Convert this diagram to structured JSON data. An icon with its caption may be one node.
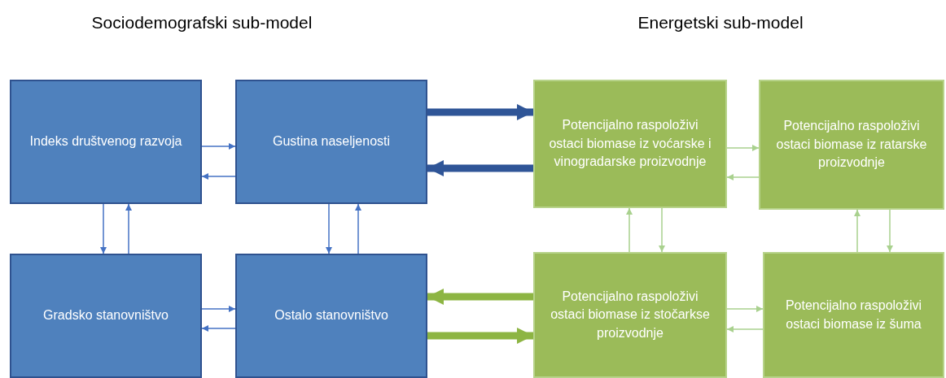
{
  "diagram": {
    "nodes": [
      {
        "text": [
          "Indeks društvenog razvoja"
        ]
      },
      {
        "text": [
          "Gustina naseljenosti"
        ]
      },
      {
        "text": [
          "Gradsko stanovništvo"
        ]
      },
      {
        "text": [
          "Ostalo stanovništvo"
        ]
      },
      {
        "text": [
          "Potencijalno raspoloživi ostaci biomase iz voćarske i vinogradarske proizvodnje"
        ]
      },
      {
        "text": [
          "Potencijalno raspoloživi ostaci biomase iz ratarske proizvodnje"
        ]
      },
      {
        "text": [
          "Potencijalno raspoloživi ostaci biomase iz stočarkse proizvodnje"
        ]
      },
      {
        "text": [
          "Potencijalno raspoloživi ostaci biomase iz šuma"
        ]
      }
    ],
    "edges": [
      {
        "from": 0,
        "to": 1,
        "arrow": "to",
        "color": "#4472c4"
      },
      {
        "from": 1,
        "to": 0,
        "arrow": "to",
        "color": "#4472c4"
      },
      {
        "from": 0,
        "to": 2,
        "arrow": "to",
        "color": "#4472c4"
      },
      {
        "from": 2,
        "to": 0,
        "arrow": "to",
        "color": "#4472c4"
      },
      {
        "from": 1,
        "to": 3,
        "arrow": "to",
        "color": "#4472c4"
      },
      {
        "from": 3,
        "to": 1,
        "arrow": "to",
        "color": "#4472c4"
      },
      {
        "from": 2,
        "to": 3,
        "arrow": "to",
        "color": "#4472c4"
      },
      {
        "from": 3,
        "to": 2,
        "arrow": "to",
        "color": "#4472c4"
      },
      {
        "from": 1,
        "to": 4,
        "arrow": "to",
        "style": "thick",
        "color": "#2f5597"
      },
      {
        "from": 4,
        "to": 1,
        "arrow": "to",
        "style": "thick",
        "color": "#2f5597"
      },
      {
        "from": 4,
        "to": 5,
        "arrow": "to",
        "color": "#a9d18e"
      },
      {
        "from": 5,
        "to": 4,
        "arrow": "to",
        "color": "#a9d18e"
      },
      {
        "from": 6,
        "to": 4,
        "arrow": "to",
        "color": "#a9d18e"
      },
      {
        "from": 4,
        "to": 6,
        "arrow": "to",
        "color": "#a9d18e"
      },
      {
        "from": 7,
        "to": 5,
        "arrow": "to",
        "color": "#a9d18e"
      },
      {
        "from": 5,
        "to": 7,
        "arrow": "to",
        "color": "#a9d18e"
      },
      {
        "from": 6,
        "to": 7,
        "arrow": "to",
        "color": "#a9d18e"
      },
      {
        "from": 7,
        "to": 6,
        "arrow": "to",
        "color": "#a9d18e"
      },
      {
        "from": 6,
        "to": 3,
        "arrow": "to",
        "style": "thick",
        "color": "#8db543"
      },
      {
        "from": 3,
        "to": 6,
        "arrow": "to",
        "style": "thick",
        "color": "#8db543"
      }
    ],
    "labels": [
      "Sociodemografski sub-model",
      "Energetski sub-model"
    ]
  }
}
